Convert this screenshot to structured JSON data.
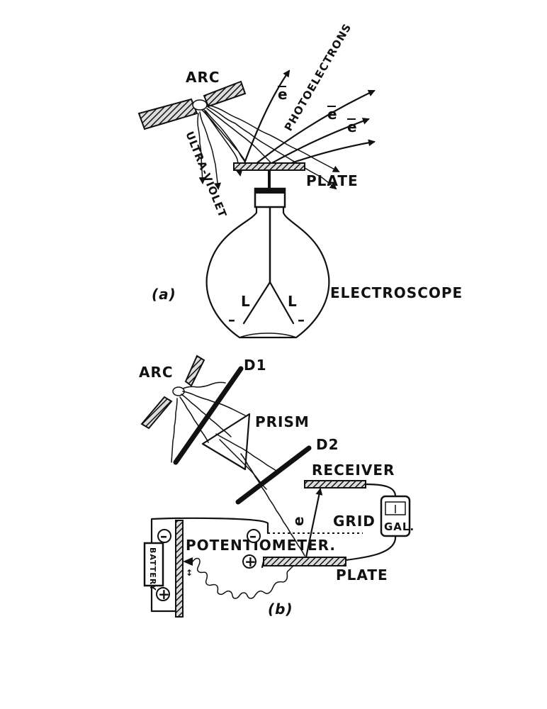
{
  "figure_a": {
    "arc_label": "ARC",
    "electron_label": "e",
    "photoelectrons_label": "PHOTOELECTRONS",
    "ultraviolet_label": "ULTRA-VIOLET",
    "plate_label": "PLATE",
    "electroscope_label": "ELECTROSCOPE",
    "leaf_label": "L",
    "minus_sign": "–",
    "caption": "(a)"
  },
  "figure_b": {
    "arc_label": "ARC",
    "d1_label": "D1",
    "d2_label": "D2",
    "prism_label": "PRISM",
    "receiver_label": "RECEIVER",
    "electron_label": "e",
    "grid_label": "GRID",
    "galvanometer_label": "GAL.",
    "potentiometer_label": "POTENTIOMETER.",
    "battery_label": "BATTERY",
    "plus_sign": "+",
    "minus_sign": "–",
    "plate_label": "PLATE",
    "caption": "(b)"
  },
  "colors": {
    "ink": "#111111",
    "paper": "#ffffff"
  }
}
